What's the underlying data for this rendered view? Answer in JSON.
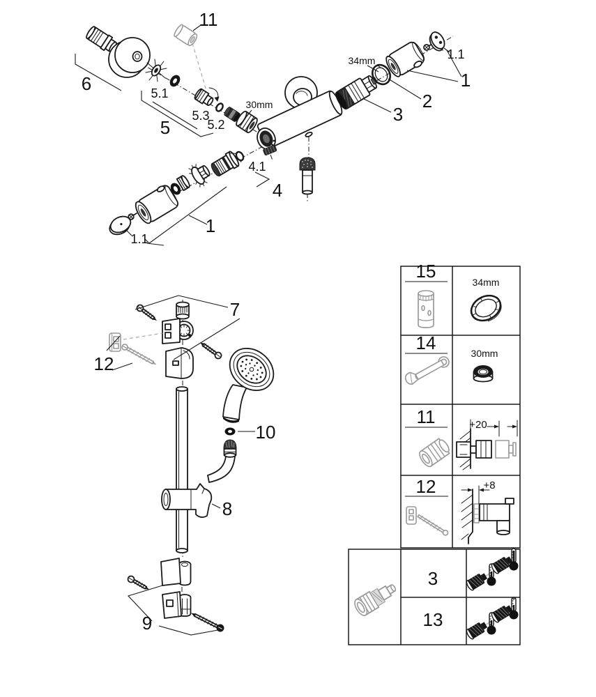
{
  "page": {
    "background": "#ffffff",
    "description": "Exploded spare-parts diagram: thermostatic shower mixer and shower rail set"
  },
  "mixer_diagram": {
    "callouts": {
      "c11": "11",
      "c6": "6",
      "c5_1": "5.1",
      "c5_3": "5.3",
      "c5_2": "5.2",
      "c5": "5",
      "size_30mm": "30mm",
      "size_34mm": "34mm",
      "c2": "2",
      "c3": "3",
      "c1_top": "1",
      "c1_1_top": "1.1",
      "c4_1": "4.1",
      "c4": "4",
      "c1_bottom": "1",
      "c1_1_bottom": "1.1"
    }
  },
  "rail_diagram": {
    "callouts": {
      "c7": "7",
      "c12": "12",
      "c10": "10",
      "c8": "8",
      "c9": "9"
    }
  },
  "parts_table": {
    "rows": [
      {
        "number": "15",
        "detail_label": "34mm"
      },
      {
        "number": "14",
        "detail_label": "30mm"
      },
      {
        "number": "11",
        "detail_label": "+20"
      },
      {
        "number": "12",
        "detail_label": "+8"
      }
    ],
    "bottom_rows": [
      {
        "number": "3"
      },
      {
        "number": "13"
      }
    ]
  },
  "colors": {
    "line": "#1a1a1a",
    "muted_gray": "#999999",
    "light_gray": "#bbbbbb",
    "background": "#ffffff"
  }
}
